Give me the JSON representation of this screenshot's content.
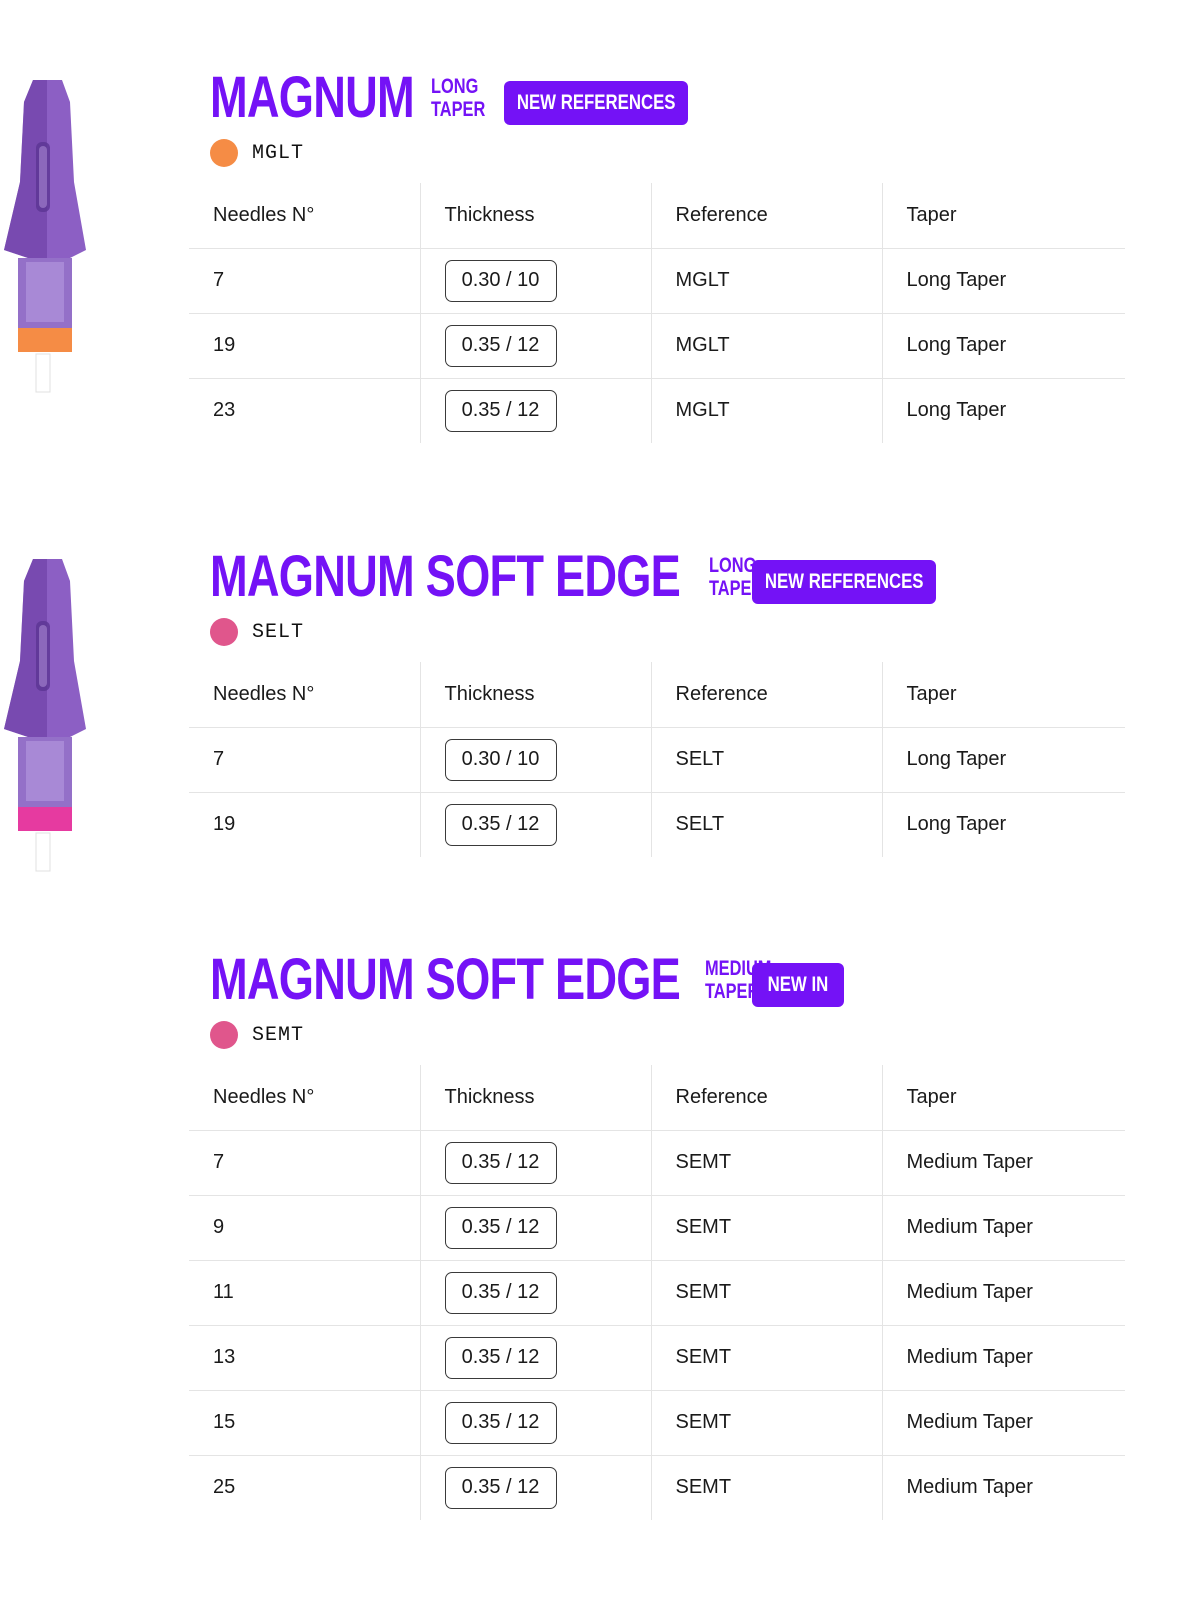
{
  "columns": [
    "Needles N°",
    "Thickness",
    "Reference",
    "Taper"
  ],
  "colors": {
    "accent": "#7412f6",
    "orange": "#f58c45",
    "pink": "#e0568c"
  },
  "sections": [
    {
      "title": "MAGNUM",
      "subtitle_line1": "LONG",
      "subtitle_line2": "TAPER",
      "badge": "NEW REFERENCES",
      "code": "MGLT",
      "code_color": "#f58c45",
      "rows": [
        {
          "needles": "7",
          "thickness": "0.30 / 10",
          "reference": "MGLT",
          "taper": "Long Taper"
        },
        {
          "needles": "19",
          "thickness": "0.35 / 12",
          "reference": "MGLT",
          "taper": "Long Taper"
        },
        {
          "needles": "23",
          "thickness": "0.35 / 12",
          "reference": "MGLT",
          "taper": "Long Taper"
        }
      ]
    },
    {
      "title": "MAGNUM SOFT EDGE",
      "subtitle_line1": "LONG",
      "subtitle_line2": "TAPER",
      "badge": "NEW REFERENCES",
      "code": "SELT",
      "code_color": "#e0568c",
      "rows": [
        {
          "needles": "7",
          "thickness": "0.30 / 10",
          "reference": "SELT",
          "taper": "Long Taper"
        },
        {
          "needles": "19",
          "thickness": "0.35 / 12",
          "reference": "SELT",
          "taper": "Long Taper"
        }
      ]
    },
    {
      "title": "MAGNUM SOFT EDGE",
      "subtitle_line1": "MEDIUM",
      "subtitle_line2": "TAPER",
      "badge": "NEW IN",
      "code": "SEMT",
      "code_color": "#e0568c",
      "rows": [
        {
          "needles": "7",
          "thickness": "0.35 / 12",
          "reference": "SEMT",
          "taper": "Medium Taper"
        },
        {
          "needles": "9",
          "thickness": "0.35 / 12",
          "reference": "SEMT",
          "taper": "Medium Taper"
        },
        {
          "needles": "11",
          "thickness": "0.35 / 12",
          "reference": "SEMT",
          "taper": "Medium Taper"
        },
        {
          "needles": "13",
          "thickness": "0.35 / 12",
          "reference": "SEMT",
          "taper": "Medium Taper"
        },
        {
          "needles": "15",
          "thickness": "0.35 / 12",
          "reference": "SEMT",
          "taper": "Medium Taper"
        },
        {
          "needles": "25",
          "thickness": "0.35 / 12",
          "reference": "SEMT",
          "taper": "Medium Taper"
        }
      ]
    }
  ]
}
